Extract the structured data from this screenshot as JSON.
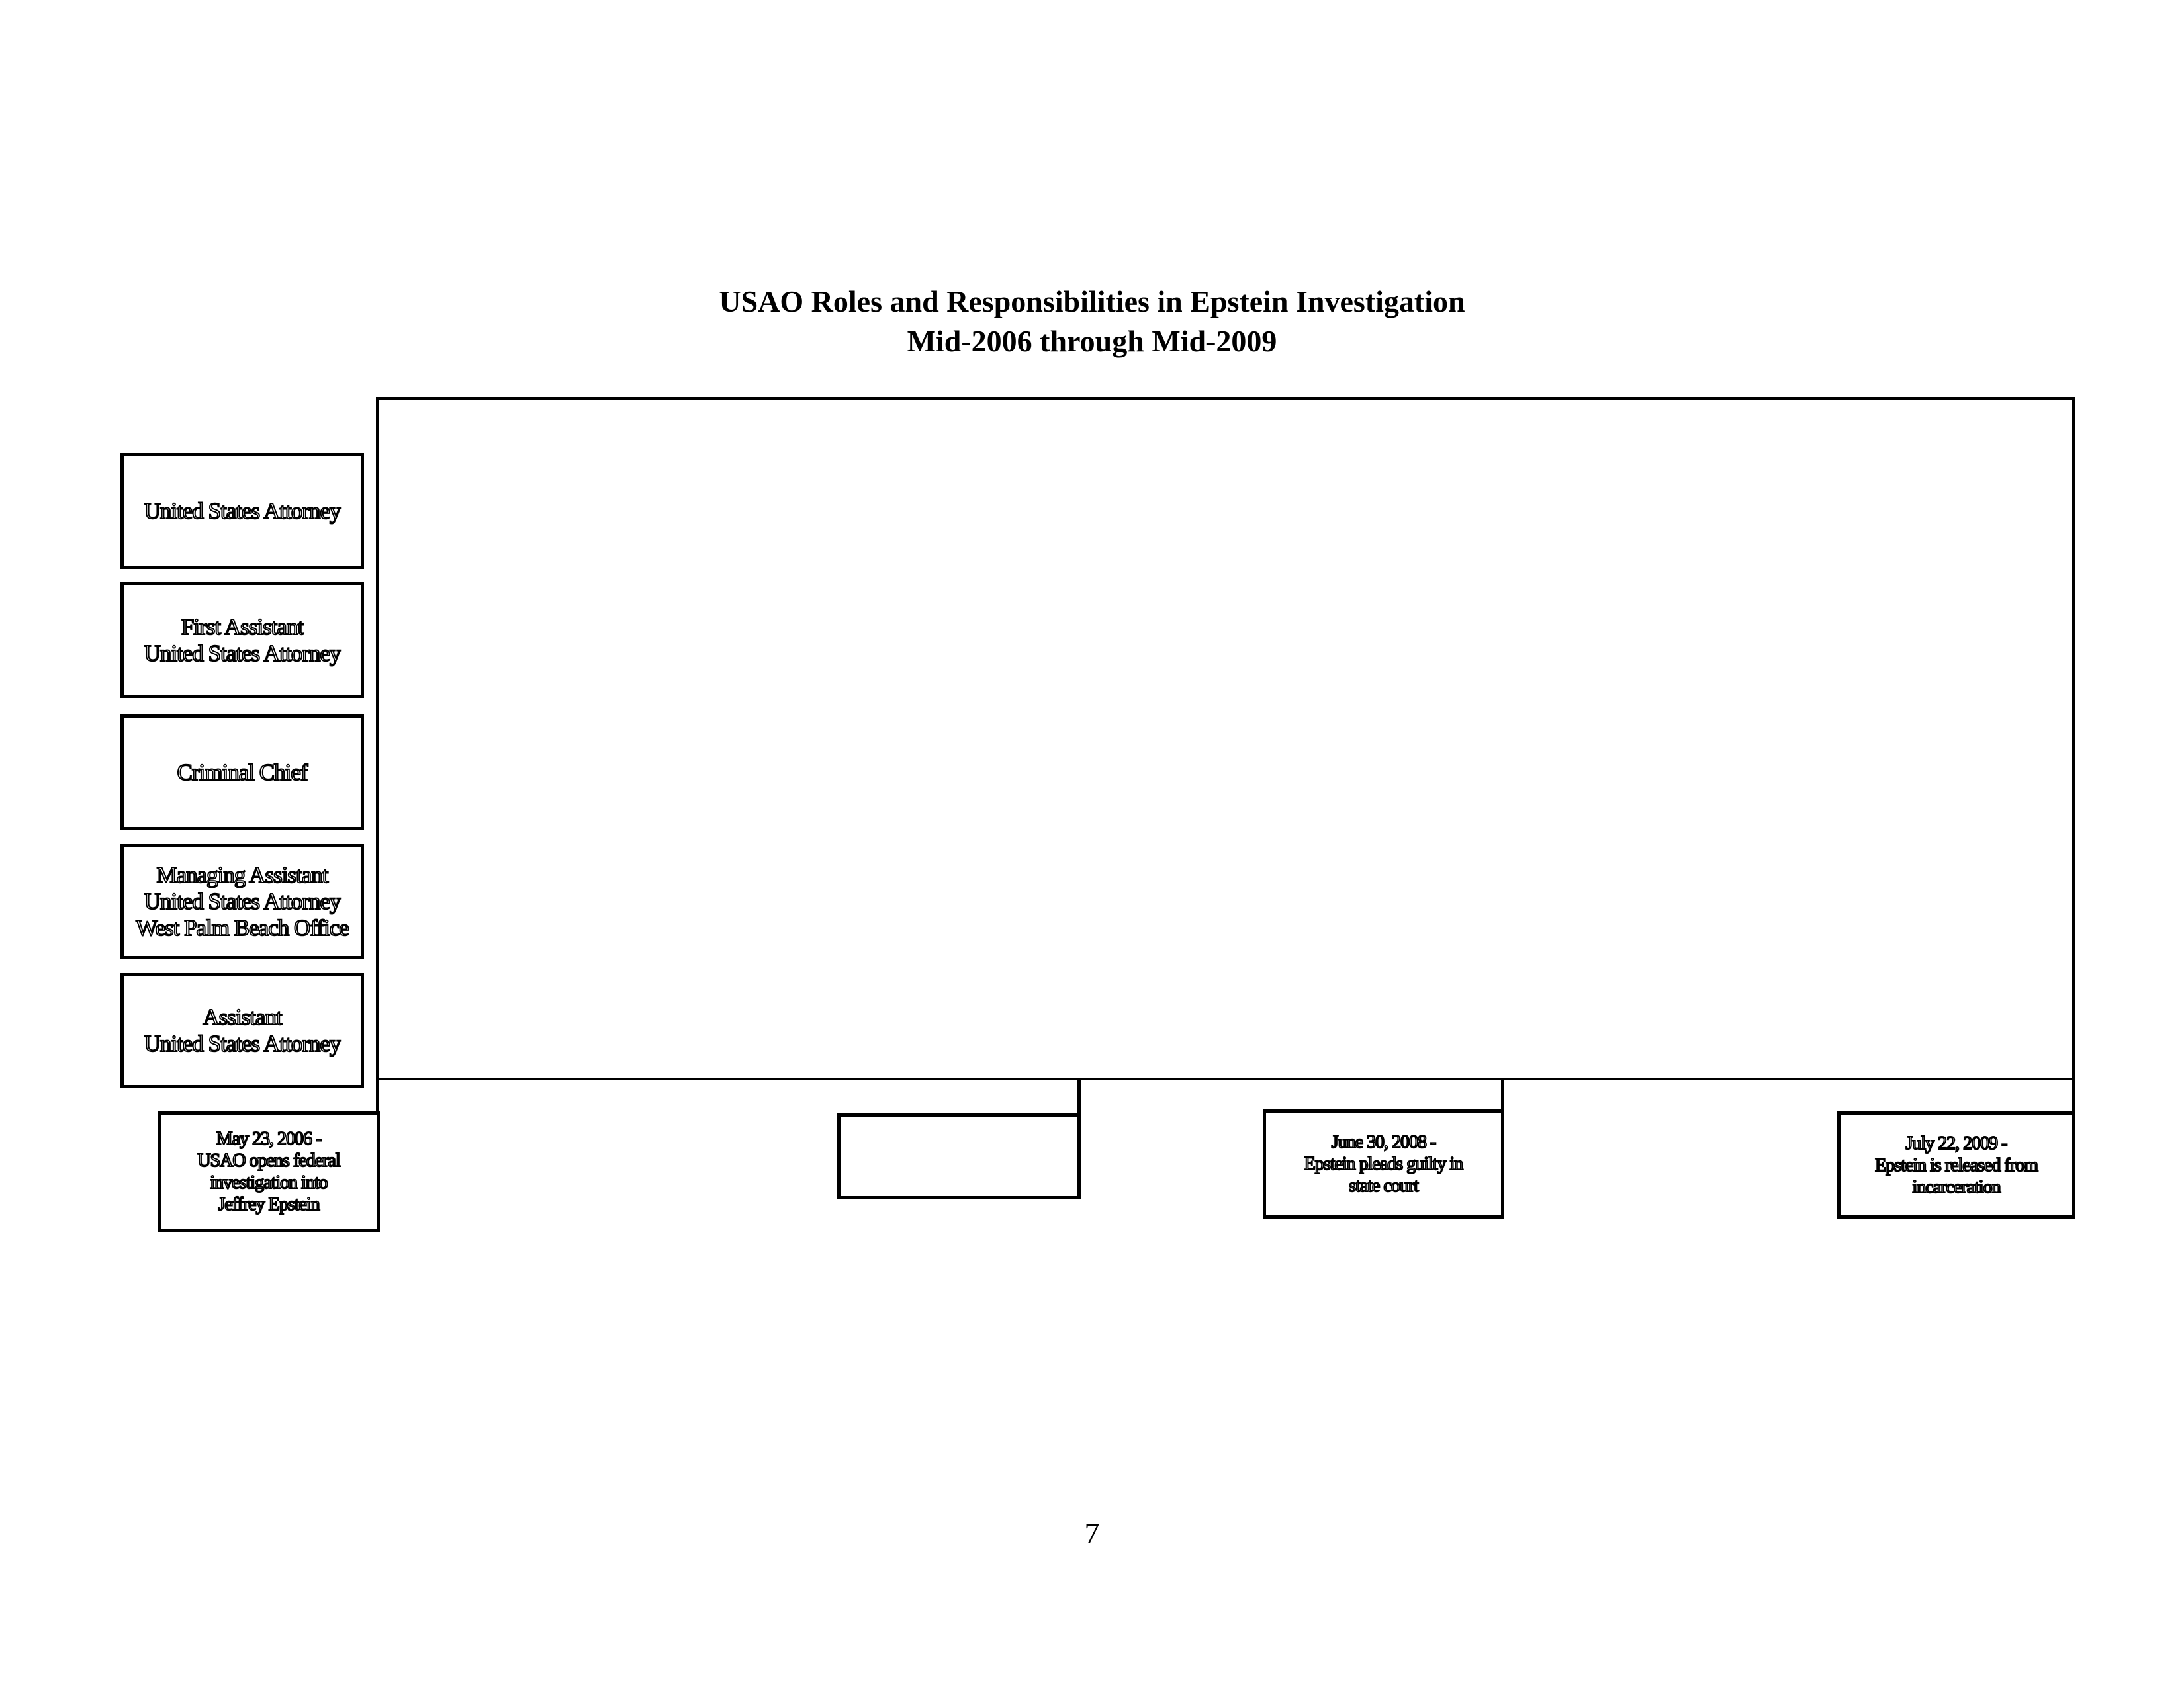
{
  "title": {
    "line1": "USAO Roles and Responsibilities in Epstein Investigation",
    "line2": "Mid-2006 through Mid-2009"
  },
  "roles": [
    {
      "lines": [
        "United States Attorney"
      ]
    },
    {
      "lines": [
        "First Assistant",
        "United States Attorney"
      ]
    },
    {
      "lines": [
        "Criminal Chief"
      ]
    },
    {
      "lines": [
        "Managing Assistant",
        "United States Attorney",
        "West Palm Beach Office"
      ]
    },
    {
      "lines": [
        "Assistant",
        "United States Attorney"
      ]
    }
  ],
  "events": [
    {
      "lines": [
        "May 23, 2006 -",
        "USAO opens federal",
        "investigation into",
        "Jeffrey Epstein"
      ]
    },
    {
      "lines": []
    },
    {
      "lines": [
        "June 30, 2008 -",
        "Epstein pleads guilty in",
        "state court"
      ]
    },
    {
      "lines": [
        "July 22, 2009 -",
        "Epstein is released from",
        "incarceration"
      ]
    }
  ],
  "page_number": "7"
}
